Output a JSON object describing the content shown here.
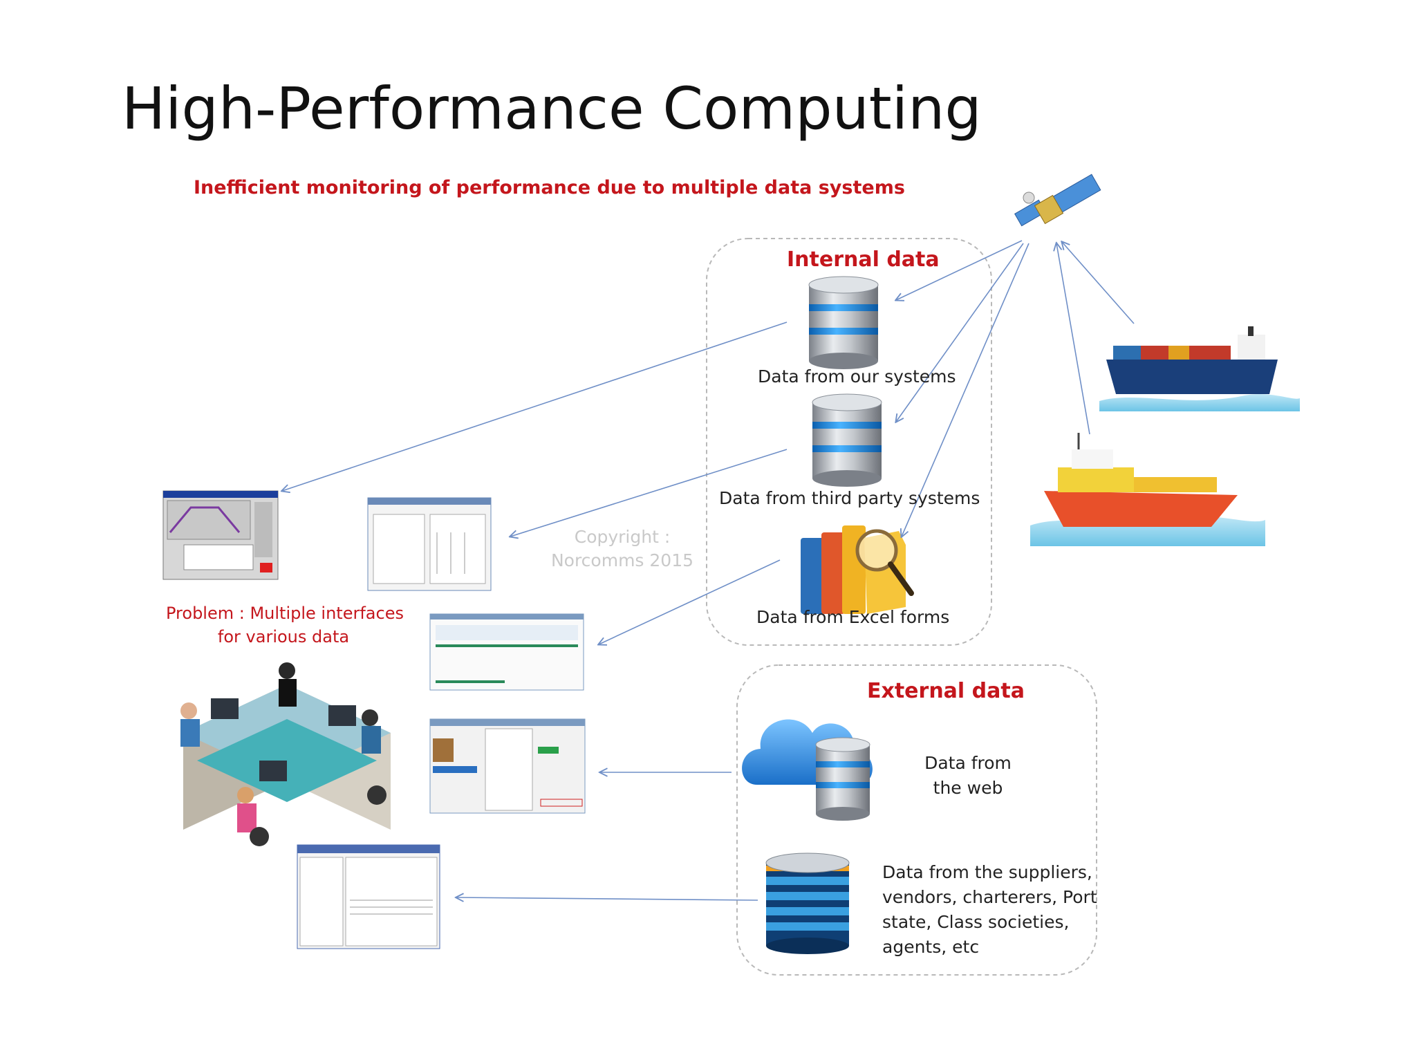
{
  "title": "High-Performance Computing",
  "subtitle": "Inefficient monitoring of performance due to multiple data systems",
  "internal": {
    "title": "Internal data",
    "items": [
      {
        "label": "Data from our systems",
        "icon": "database-icon"
      },
      {
        "label": "Data from third party systems",
        "icon": "database-icon"
      },
      {
        "label": "Data from Excel forms",
        "icon": "folders-magnifier-icon"
      }
    ]
  },
  "external": {
    "title": "External data",
    "web_lines": [
      "Data from",
      "the web"
    ],
    "suppliers_lines": [
      "Data from the suppliers,",
      "vendors, charterers, Port",
      "state, Class societies,",
      "agents, etc"
    ]
  },
  "problem_lines": [
    "Problem : Multiple interfaces",
    "for various data"
  ],
  "copyright_lines": [
    "Copyright :",
    "Norcomms 2015"
  ],
  "colors": {
    "accent_red": "#c4161c",
    "arrow_blue": "#6f8fc7",
    "db_blue": "#1e8fe0",
    "cloud_blue": "#2c8fe6"
  }
}
